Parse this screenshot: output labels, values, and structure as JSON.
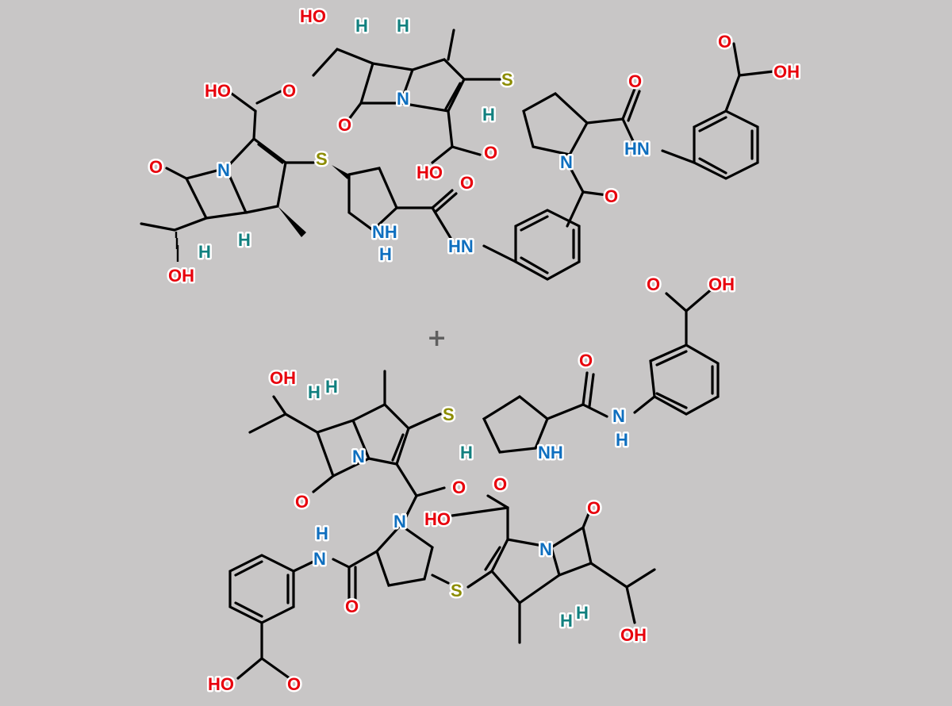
{
  "palette": {
    "background": "#c8c6c6",
    "bond": "#000000",
    "oxygen": "#e8000c",
    "nitrogen": "#0f6fbf",
    "sulfur": "#8c8c00",
    "hydrogen": "#12807f",
    "operator": "#5f5f5f"
  },
  "operator": "+",
  "labels": {
    "OH": "OH",
    "HO": "HO",
    "O": "O",
    "N": "N",
    "S": "S",
    "H": "H",
    "NH": "NH",
    "HN": "HN"
  }
}
